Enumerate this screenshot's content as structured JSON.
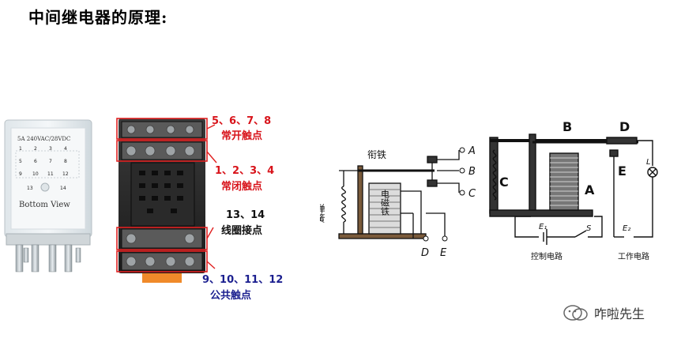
{
  "title": "中间继电器的原理:",
  "relay_photo": {
    "rating_text": "5A 240VAC/28VDC",
    "pin_top_labels": [
      "1",
      "2",
      "3",
      "4"
    ],
    "pin_mid_labels": [
      "5",
      "6",
      "7",
      "8"
    ],
    "pin_bottom_labels": [
      "9",
      "10",
      "11",
      "12"
    ],
    "coil_labels": [
      "13",
      "14"
    ],
    "bottom_view_text": "Bottom View"
  },
  "socket_labels": {
    "no_numbers": "5、6、7、8",
    "no_text": "常开触点",
    "nc_numbers": "1、2、3、4",
    "nc_text": "常闭触点",
    "coil_numbers": "13、14",
    "coil_text": "线圈接点",
    "com_numbers": "9、10、11、12",
    "com_text": "公共触点"
  },
  "diagram1": {
    "armature": "衔铁",
    "spring": "弹簧",
    "magnet": "电磁铁",
    "terminals": [
      "A",
      "B",
      "C",
      "D",
      "E"
    ]
  },
  "diagram2": {
    "labels": [
      "A",
      "B",
      "C",
      "D",
      "E"
    ],
    "e1": "E₁",
    "e2": "E₂",
    "switch": "S",
    "lamp": "L",
    "control_circuit": "控制电路",
    "work_circuit": "工作电路"
  },
  "watermark": "咋啦先生",
  "colors": {
    "red": "#d8141b",
    "blue": "#1b1f8f",
    "box": "#e02020"
  }
}
